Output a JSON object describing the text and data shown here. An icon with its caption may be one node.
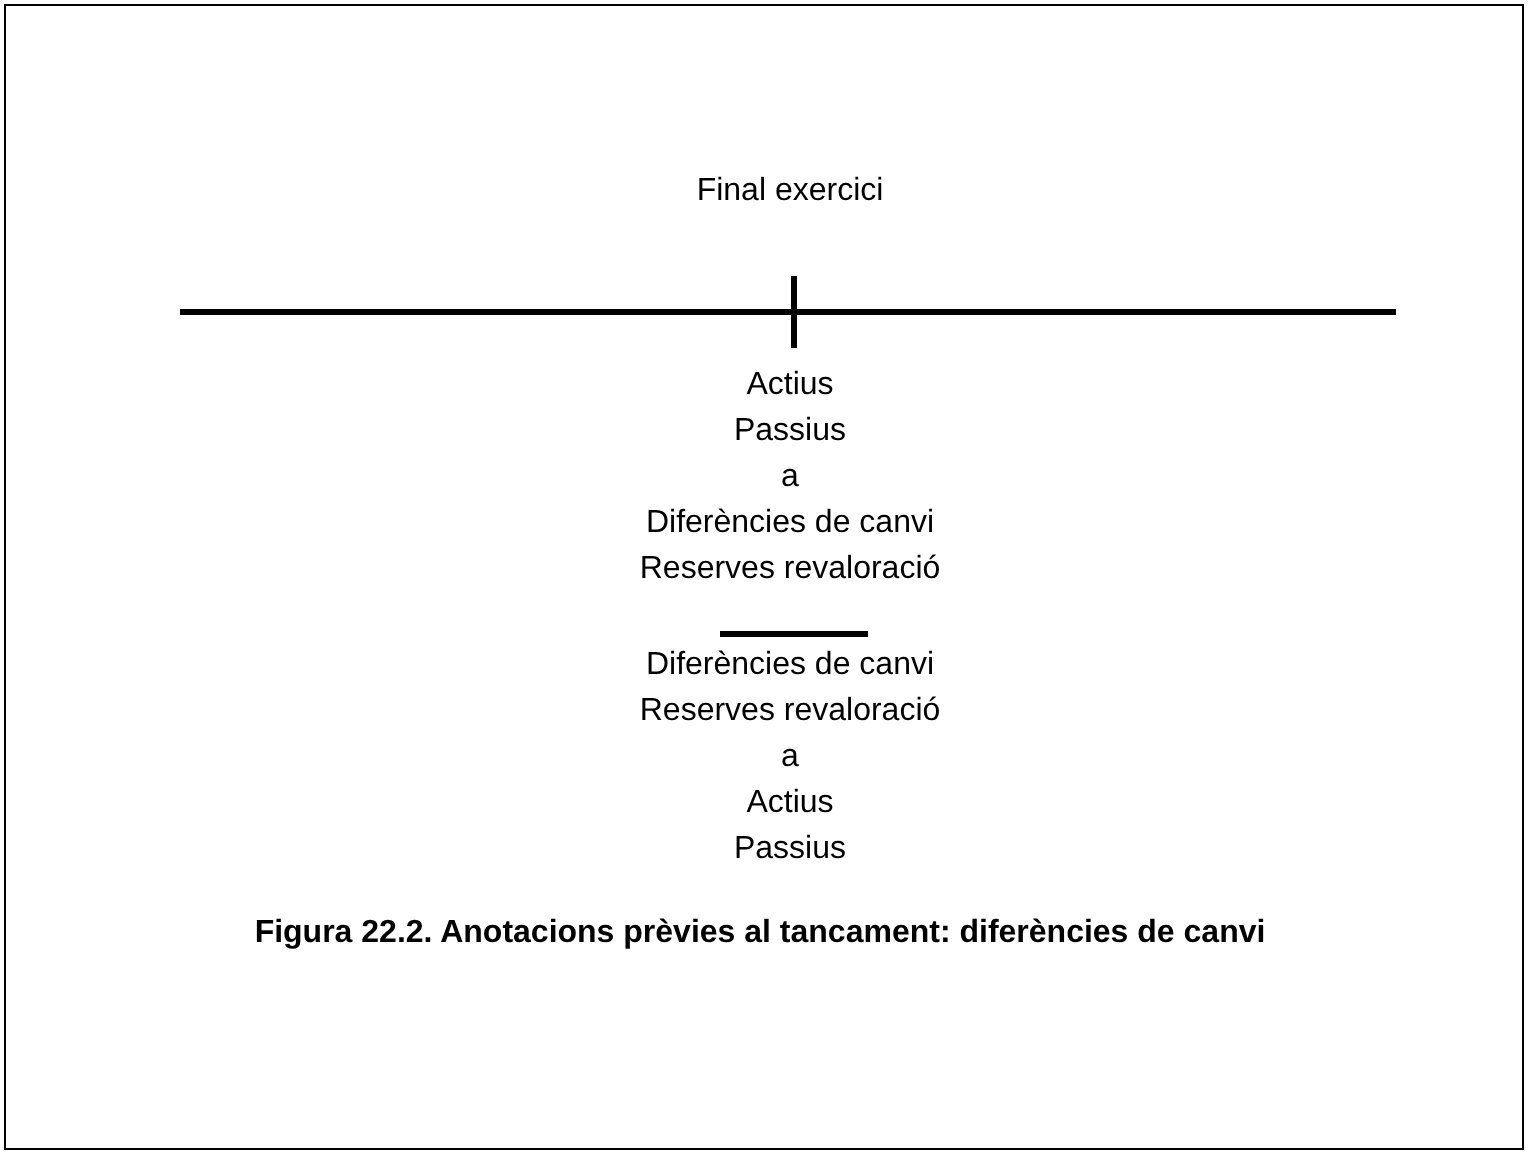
{
  "diagram": {
    "caption": "Figura 22.2. Anotacions prèvies al tancament: diferències de canvi",
    "labels": [
      "Final exercici",
      "Actius",
      "Passius",
      "a",
      "Diferències de canvi",
      "Reserves revaloració",
      "Diferències de canvi",
      "Reserves revaloració",
      "a",
      "Actius",
      "Passius"
    ]
  }
}
